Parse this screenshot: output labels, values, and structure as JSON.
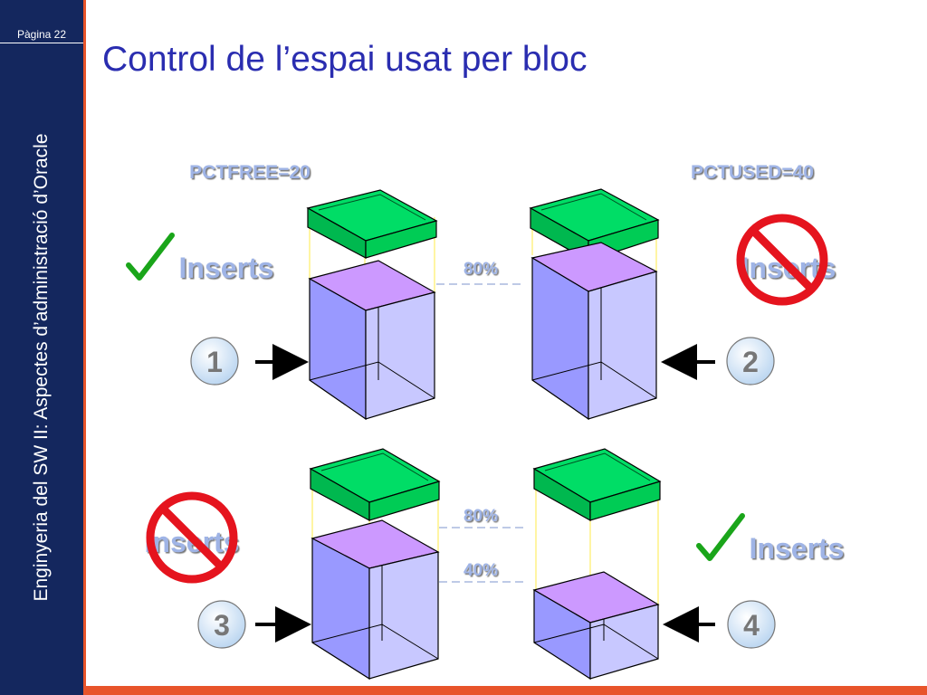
{
  "slide": {
    "page_label": "Pàgina 22",
    "vertical_title": "Enginyeria del SW II: Aspectes d’administració d’Oracle",
    "title": "Control de l’espai usat per bloc"
  },
  "diagram": {
    "pctfree_label": "PCTFREE=20",
    "pctused_label": "PCTUSED=40",
    "inserts_label": "Inserts",
    "pct_80": "80%",
    "pct_40": "40%",
    "steps": [
      "1",
      "2",
      "3",
      "4"
    ],
    "step_allowed": [
      true,
      false,
      false,
      true
    ]
  },
  "colors": {
    "sidebar": "#14275e",
    "accent": "#e8542a",
    "title": "#2a2db0",
    "block_free": "#00cc55",
    "block_used": "#a6a6ff",
    "free_space": "#cc99ff",
    "label": "#9fb4e6",
    "check": "#1aa51a",
    "prohibited": "#e5141e"
  }
}
